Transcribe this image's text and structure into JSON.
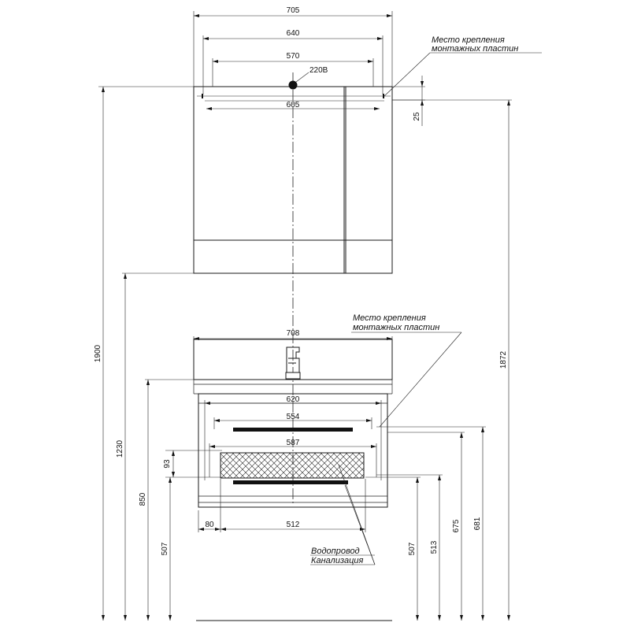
{
  "mirror_cabinet": {
    "width_overall": "705",
    "width_plates_outer": "640",
    "width_plates_inner": "570",
    "width_top_panel": "605",
    "socket_label": "220В",
    "plate_offset": "25",
    "note_line1": "Место крепления",
    "note_line2": "монтажных пластин"
  },
  "vanity": {
    "width_top": "708",
    "width_body": "620",
    "width_drawer": "554",
    "width_inner": "587",
    "drawer_height": "93",
    "offset_left": "80",
    "width_base": "512",
    "note_line1": "Место крепления",
    "note_line2": "монтажных пластин",
    "water_label": "Водопровод",
    "sewer_label": "Канализация"
  },
  "heights": {
    "h_1900": "1900",
    "h_1230": "1230",
    "h_850": "850",
    "h_507_left": "507",
    "h_1872": "1872",
    "h_681": "681",
    "h_675": "675",
    "h_513": "513",
    "h_507_right": "507"
  }
}
